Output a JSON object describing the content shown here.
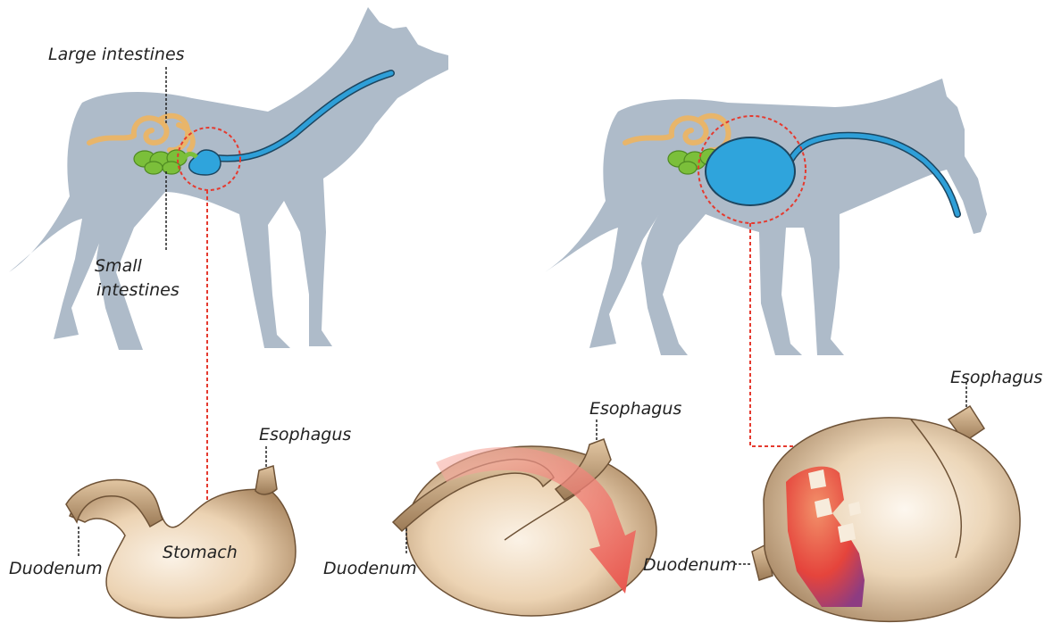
{
  "labels": {
    "large_intestines": "Large intestines",
    "small_intestines_line1": "Small",
    "small_intestines_line2": "intestines",
    "esophagus_1": "Esophagus",
    "esophagus_2": "Esophagus",
    "esophagus_3": "Esophagus",
    "stomach": "Stomach",
    "duodenum_1": "Duodenum",
    "duodenum_2": "Duodenum",
    "duodenum_3": "Duodenum"
  },
  "colors": {
    "dog_silhouette": "#aebbc9",
    "esophagus_blue": "#2e9fd8",
    "stomach_blue": "#2fa4dc",
    "large_intestine": "#e8b56a",
    "small_intestine": "#7bbf3a",
    "stomach_tan": "#d9b48a",
    "callout_red": "#e53a2f",
    "twist_arrow": "#ef6b64",
    "necrosis_red": "#e8483d",
    "necrosis_purple": "#8a3f7e"
  }
}
